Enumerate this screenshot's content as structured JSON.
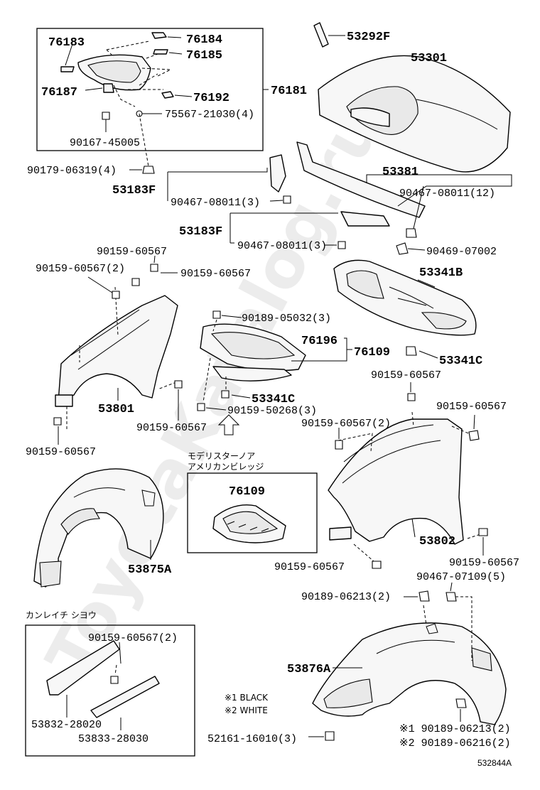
{
  "diagram": {
    "watermark": "ToyotaKatalog.ru",
    "reference_code": "532844A",
    "labels": {
      "l76183": "76183",
      "l76184": "76184",
      "l76185": "76185",
      "l76187": "76187",
      "l76192": "76192",
      "l75567": "75567-21030(4)",
      "l76181": "76181",
      "l90167": "90167-45005",
      "l90179": "90179-06319(4)",
      "l53183F_a": "53183F",
      "l90467_a": "90467-08011(3)",
      "l53183F_b": "53183F",
      "l90467_b": "90467-08011(3)",
      "l53292F": "53292F",
      "l53301": "53301",
      "l53381": "53381",
      "l90467_12": "90467-08011(12)",
      "l90469": "90469-07002",
      "l53341B": "53341B",
      "l53341C_a": "53341C",
      "l53341C_b": "53341C",
      "l90159_a": "90159-60567",
      "l90159_b2": "90159-60567(2)",
      "l90159_c": "90159-60567",
      "l90189_05032": "90189-05032(3)",
      "l76196": "76196",
      "l76109_a": "76109",
      "l53801": "53801",
      "l90159_d": "90159-60567",
      "l90159_50268": "90159-50268(3)",
      "l90159_e": "90159-60567",
      "l90159_f": "90159-60567",
      "l90159_g": "90159-60567(2)",
      "l90159_h": "90159-60567",
      "jp_note1": "モデリスターノア",
      "jp_note2": "アメリカンビレッジ",
      "l76109_b": "76109",
      "l53875A": "53875A",
      "l53802": "53802",
      "l90159_i": "90159-60567",
      "l90159_j": "90159-60567",
      "l90467_07109": "90467-07109(5)",
      "l90189_06213": "90189-06213(2)",
      "jp_cold": "カンレイチ シヨウ",
      "l90159_k": "90159-60567(2)",
      "l53876A": "53876A",
      "l53832": "53832-28020",
      "l53833": "53833-28030",
      "note_black": "※1 BLACK",
      "note_white": "※2 WHITE",
      "l52161": "52161-16010(3)",
      "l90189_x1": "※1 90189-06213(2)",
      "l90189_x2": "※2 90189-06216(2)"
    }
  }
}
